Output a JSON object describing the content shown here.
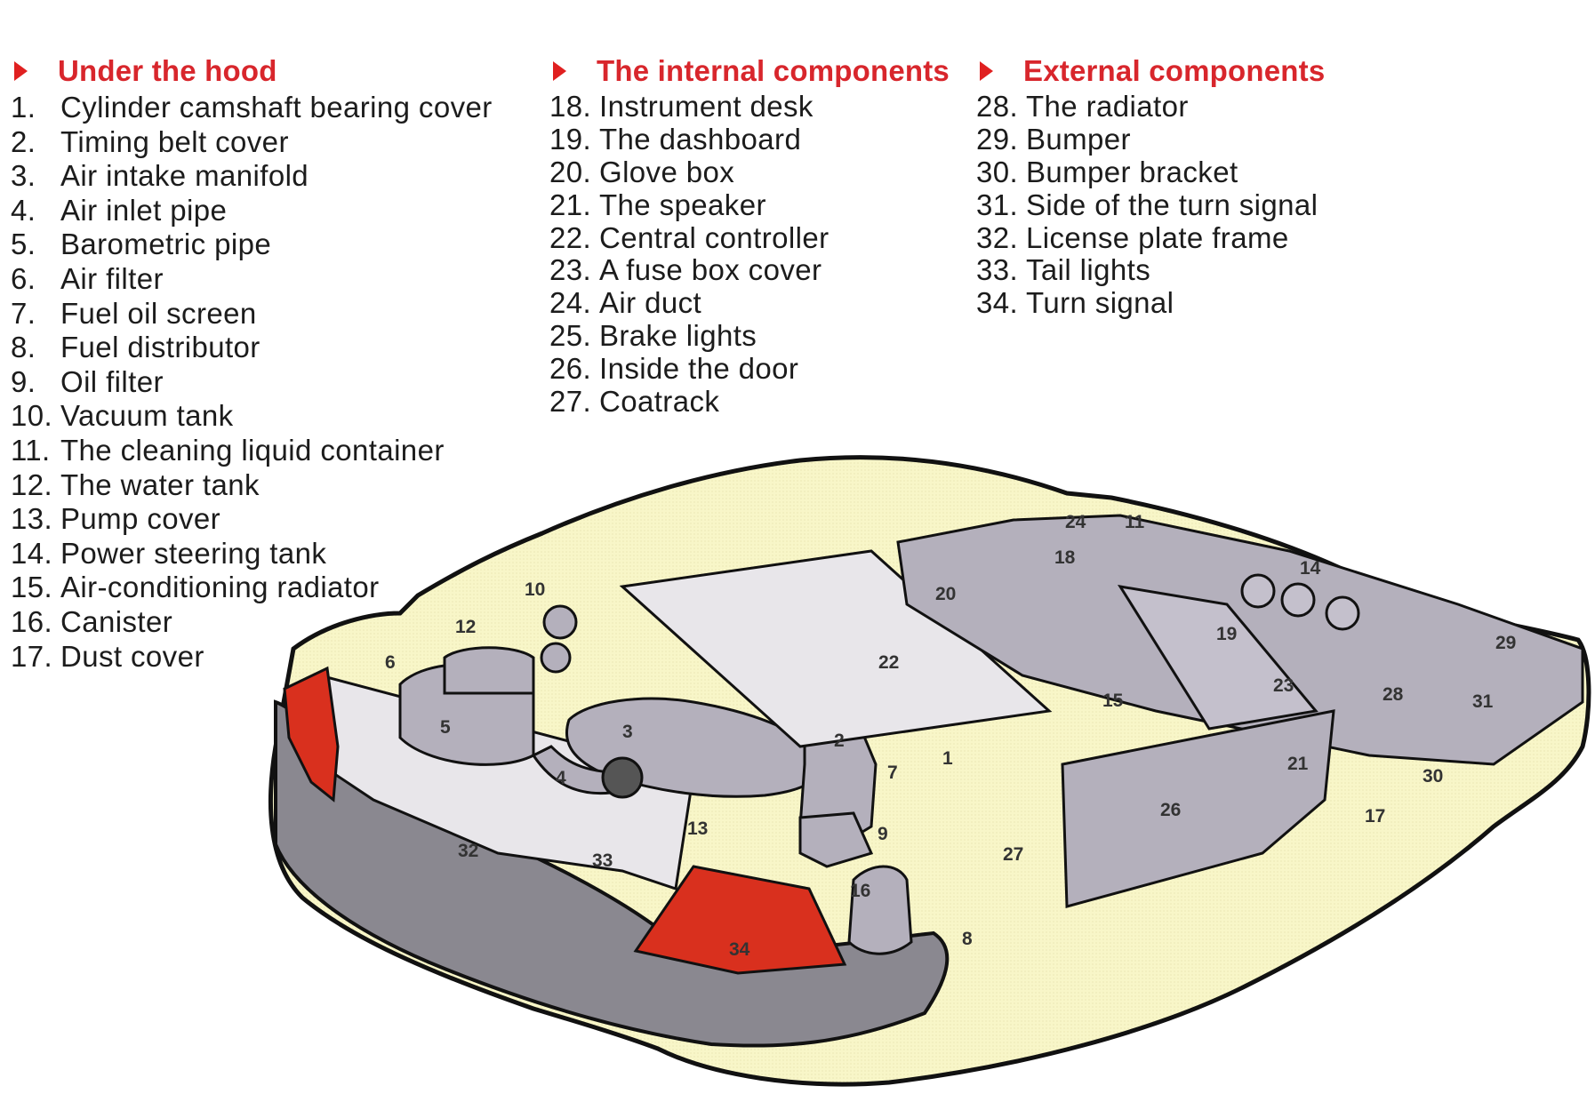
{
  "sections": [
    {
      "title": "Under the hood",
      "items": [
        {
          "num": "1.",
          "text": "Cylinder camshaft bearing cover"
        },
        {
          "num": "2.",
          "text": "Timing belt cover"
        },
        {
          "num": "3.",
          "text": "Air intake manifold"
        },
        {
          "num": "4.",
          "text": "Air inlet pipe"
        },
        {
          "num": "5.",
          "text": "Barometric pipe"
        },
        {
          "num": "6.",
          "text": "Air filter"
        },
        {
          "num": "7.",
          "text": "Fuel oil screen"
        },
        {
          "num": "8.",
          "text": "Fuel distributor"
        },
        {
          "num": "9.",
          "text": "Oil filter"
        },
        {
          "num": "10.",
          "text": "Vacuum tank"
        },
        {
          "num": "11.",
          "text": "The cleaning liquid container"
        },
        {
          "num": "12.",
          "text": "The water tank"
        },
        {
          "num": "13.",
          "text": "Pump cover"
        },
        {
          "num": "14.",
          "text": "Power steering tank"
        },
        {
          "num": "15.",
          "text": "Air-conditioning radiator"
        },
        {
          "num": "16.",
          "text": "Canister"
        },
        {
          "num": "17.",
          "text": "Dust cover"
        }
      ]
    },
    {
      "title": "The internal components",
      "items": [
        {
          "num": "18.",
          "text": "Instrument desk"
        },
        {
          "num": "19.",
          "text": "The dashboard"
        },
        {
          "num": "20.",
          "text": "Glove box"
        },
        {
          "num": "21.",
          "text": "The speaker"
        },
        {
          "num": "22.",
          "text": "Central controller"
        },
        {
          "num": "23.",
          "text": "A fuse box cover"
        },
        {
          "num": "24.",
          "text": "Air duct"
        },
        {
          "num": "25.",
          "text": "Brake lights"
        },
        {
          "num": "26.",
          "text": "Inside the door"
        },
        {
          "num": "27.",
          "text": "Coatrack"
        }
      ]
    },
    {
      "title": "External components",
      "items": [
        {
          "num": "28.",
          "text": "The radiator"
        },
        {
          "num": "29.",
          "text": "Bumper"
        },
        {
          "num": "30.",
          "text": "Bumper bracket"
        },
        {
          "num": "31.",
          "text": "Side of the turn signal"
        },
        {
          "num": "32.",
          "text": "License plate frame"
        },
        {
          "num": "33.",
          "text": "Tail lights"
        },
        {
          "num": "34.",
          "text": "Turn signal"
        }
      ]
    }
  ],
  "diagram_labels": [
    "1",
    "2",
    "3",
    "4",
    "5",
    "6",
    "7",
    "8",
    "9",
    "10",
    "11",
    "12",
    "13",
    "14",
    "15",
    "16",
    "17",
    "18",
    "19",
    "20",
    "21",
    "22",
    "23",
    "24",
    "26",
    "27",
    "28",
    "29",
    "30",
    "31",
    "32",
    "33",
    "34"
  ],
  "colors": {
    "accent": "#d8262c",
    "body": "#f8f6c8",
    "part": "#b4b0bc",
    "light": "#d9301e",
    "bumper": "#8a8890"
  }
}
